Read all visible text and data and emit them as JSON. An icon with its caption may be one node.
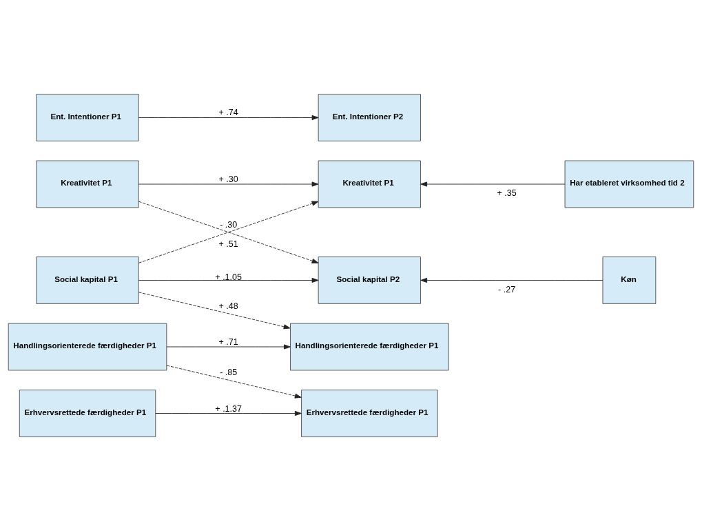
{
  "diagram": {
    "nodes": [
      {
        "text": [
          "Kreativitet P1"
        ]
      },
      {
        "text": [
          "Kreativitet P1"
        ]
      },
      {
        "text": [
          "Har etableret virksomhed tid 2"
        ]
      },
      {
        "text": [
          "Erhvervsrettede færdigheder P1"
        ]
      },
      {
        "text": [
          "Erhvervsrettede færdigheder P1"
        ]
      },
      {
        "text": [
          "Handlingsorienterede færdigheder P1"
        ]
      },
      {
        "text": [
          "Handlingsorienterede færdigheder P1"
        ]
      },
      {
        "text": [
          "Social kapital P1"
        ]
      },
      {
        "text": [
          "Social kapital P2"
        ]
      },
      {
        "text": [
          "Køn"
        ]
      },
      {
        "text": [
          "Ent. Intentioner P1"
        ]
      },
      {
        "text": [
          "Ent. Intentioner P2"
        ]
      }
    ],
    "edges": [
      {
        "from": 0,
        "to": 1,
        "arrow": "to",
        "label": "+ .30"
      },
      {
        "from": 0,
        "to": 8,
        "arrow": "to",
        "label": "- .30",
        "style": "dashed"
      },
      {
        "from": 7,
        "to": 1,
        "arrow": "to",
        "label": "+ .51",
        "style": "dashed"
      },
      {
        "from": 2,
        "to": 1,
        "arrow": "to",
        "label": "+ .35"
      },
      {
        "from": 3,
        "to": 4,
        "arrow": "to",
        "label": "+ .1.37"
      },
      {
        "from": 5,
        "to": 4,
        "arrow": "to",
        "label": "- .85",
        "style": "dashed"
      },
      {
        "from": 5,
        "to": 6,
        "arrow": "to",
        "label": "+ .71"
      },
      {
        "from": 7,
        "to": 6,
        "arrow": "to",
        "label": "+ .48",
        "style": "dashed"
      },
      {
        "from": 7,
        "to": 8,
        "arrow": "to",
        "label": "+ .1.05"
      },
      {
        "from": 9,
        "to": 8,
        "arrow": "to",
        "label": "- .27"
      },
      {
        "from": 10,
        "to": 11,
        "arrow": "to",
        "label": "+ .74"
      }
    ]
  }
}
